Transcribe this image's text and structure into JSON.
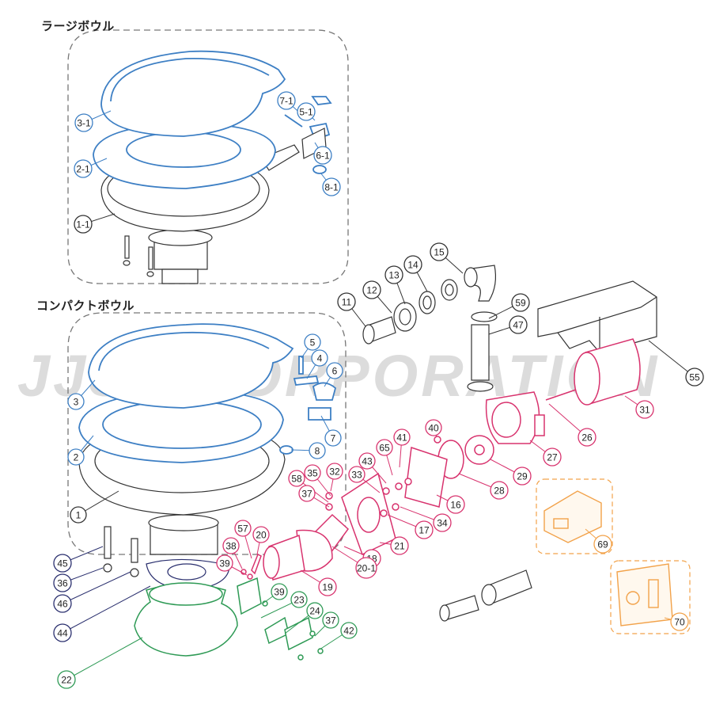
{
  "sections": {
    "large_bowl": "ラージボウル",
    "compact_bowl": "コンパクトボウル"
  },
  "watermark": "JJSP CORPORATION",
  "colors": {
    "blue": "#3d7fc4",
    "pink": "#d8336e",
    "green": "#2e9a55",
    "navy": "#2a2f6e",
    "orange": "#f2a24a",
    "black": "#333333"
  },
  "callouts": [
    {
      "id": "3-1",
      "color": "blue"
    },
    {
      "id": "2-1",
      "color": "blue"
    },
    {
      "id": "1-1",
      "color": "black"
    },
    {
      "id": "7-1",
      "color": "blue"
    },
    {
      "id": "5-1",
      "color": "blue"
    },
    {
      "id": "6-1",
      "color": "blue"
    },
    {
      "id": "8-1",
      "color": "blue"
    },
    {
      "id": "15",
      "color": "black"
    },
    {
      "id": "14",
      "color": "black"
    },
    {
      "id": "13",
      "color": "black"
    },
    {
      "id": "12",
      "color": "black"
    },
    {
      "id": "11",
      "color": "black"
    },
    {
      "id": "59",
      "color": "black"
    },
    {
      "id": "47",
      "color": "black"
    },
    {
      "id": "55",
      "color": "black"
    },
    {
      "id": "3",
      "color": "blue"
    },
    {
      "id": "2",
      "color": "blue"
    },
    {
      "id": "1",
      "color": "black"
    },
    {
      "id": "5",
      "color": "blue"
    },
    {
      "id": "4",
      "color": "blue"
    },
    {
      "id": "6",
      "color": "blue"
    },
    {
      "id": "7",
      "color": "blue"
    },
    {
      "id": "8",
      "color": "blue"
    },
    {
      "id": "31",
      "color": "pink"
    },
    {
      "id": "26",
      "color": "pink"
    },
    {
      "id": "27",
      "color": "pink"
    },
    {
      "id": "40",
      "color": "pink"
    },
    {
      "id": "41",
      "color": "pink"
    },
    {
      "id": "65",
      "color": "pink"
    },
    {
      "id": "43",
      "color": "pink"
    },
    {
      "id": "33",
      "color": "pink"
    },
    {
      "id": "32",
      "color": "pink"
    },
    {
      "id": "35",
      "color": "pink"
    },
    {
      "id": "58",
      "color": "pink"
    },
    {
      "id": "37",
      "color": "pink"
    },
    {
      "id": "29",
      "color": "pink"
    },
    {
      "id": "28",
      "color": "pink"
    },
    {
      "id": "16",
      "color": "pink"
    },
    {
      "id": "34",
      "color": "pink"
    },
    {
      "id": "17",
      "color": "pink"
    },
    {
      "id": "21",
      "color": "pink"
    },
    {
      "id": "20",
      "color": "pink"
    },
    {
      "id": "57",
      "color": "pink"
    },
    {
      "id": "38",
      "color": "pink"
    },
    {
      "id": "39",
      "color": "pink"
    },
    {
      "id": "18",
      "color": "pink"
    },
    {
      "id": "20-1",
      "color": "pink"
    },
    {
      "id": "19",
      "color": "pink"
    },
    {
      "id": "69",
      "color": "orange"
    },
    {
      "id": "70",
      "color": "orange"
    },
    {
      "id": "45",
      "color": "navy"
    },
    {
      "id": "36",
      "color": "navy"
    },
    {
      "id": "46",
      "color": "navy"
    },
    {
      "id": "44",
      "color": "navy"
    },
    {
      "id": "39",
      "color": "green"
    },
    {
      "id": "23",
      "color": "green"
    },
    {
      "id": "24",
      "color": "green"
    },
    {
      "id": "37",
      "color": "green"
    },
    {
      "id": "42",
      "color": "green"
    },
    {
      "id": "22",
      "color": "green"
    }
  ]
}
